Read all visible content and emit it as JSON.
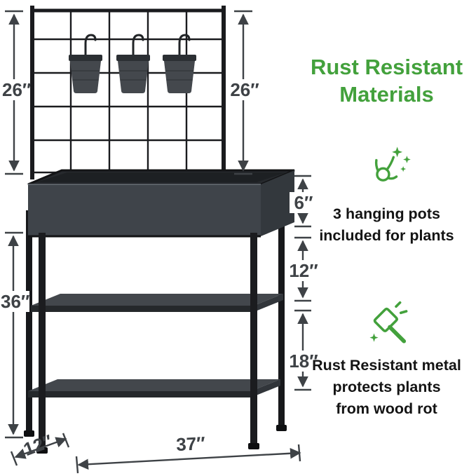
{
  "colors": {
    "background": "#ffffff",
    "accent_green": "#43a13c",
    "furniture_dark": "#3f444a",
    "furniture_black": "#17181a",
    "dimension_text": "#3e4246"
  },
  "dimensions": {
    "trellis_height_left": "26″",
    "trellis_height_right": "26″",
    "planter_depth": "6″",
    "planter_to_shelf_gap": "12″",
    "shelf_to_shelf_gap": "18″",
    "base_height": "36″",
    "base_depth": "12″",
    "overall_width": "37″"
  },
  "features": {
    "heading": "Rust Resistant\nMaterials",
    "items": [
      {
        "icon": "snap-sparkle-icon",
        "text": "3 hanging pots\nincluded for plants"
      },
      {
        "icon": "hammer-icon",
        "text": "Rust Resistant metal\nprotects plants\nfrom wood rot"
      }
    ]
  }
}
